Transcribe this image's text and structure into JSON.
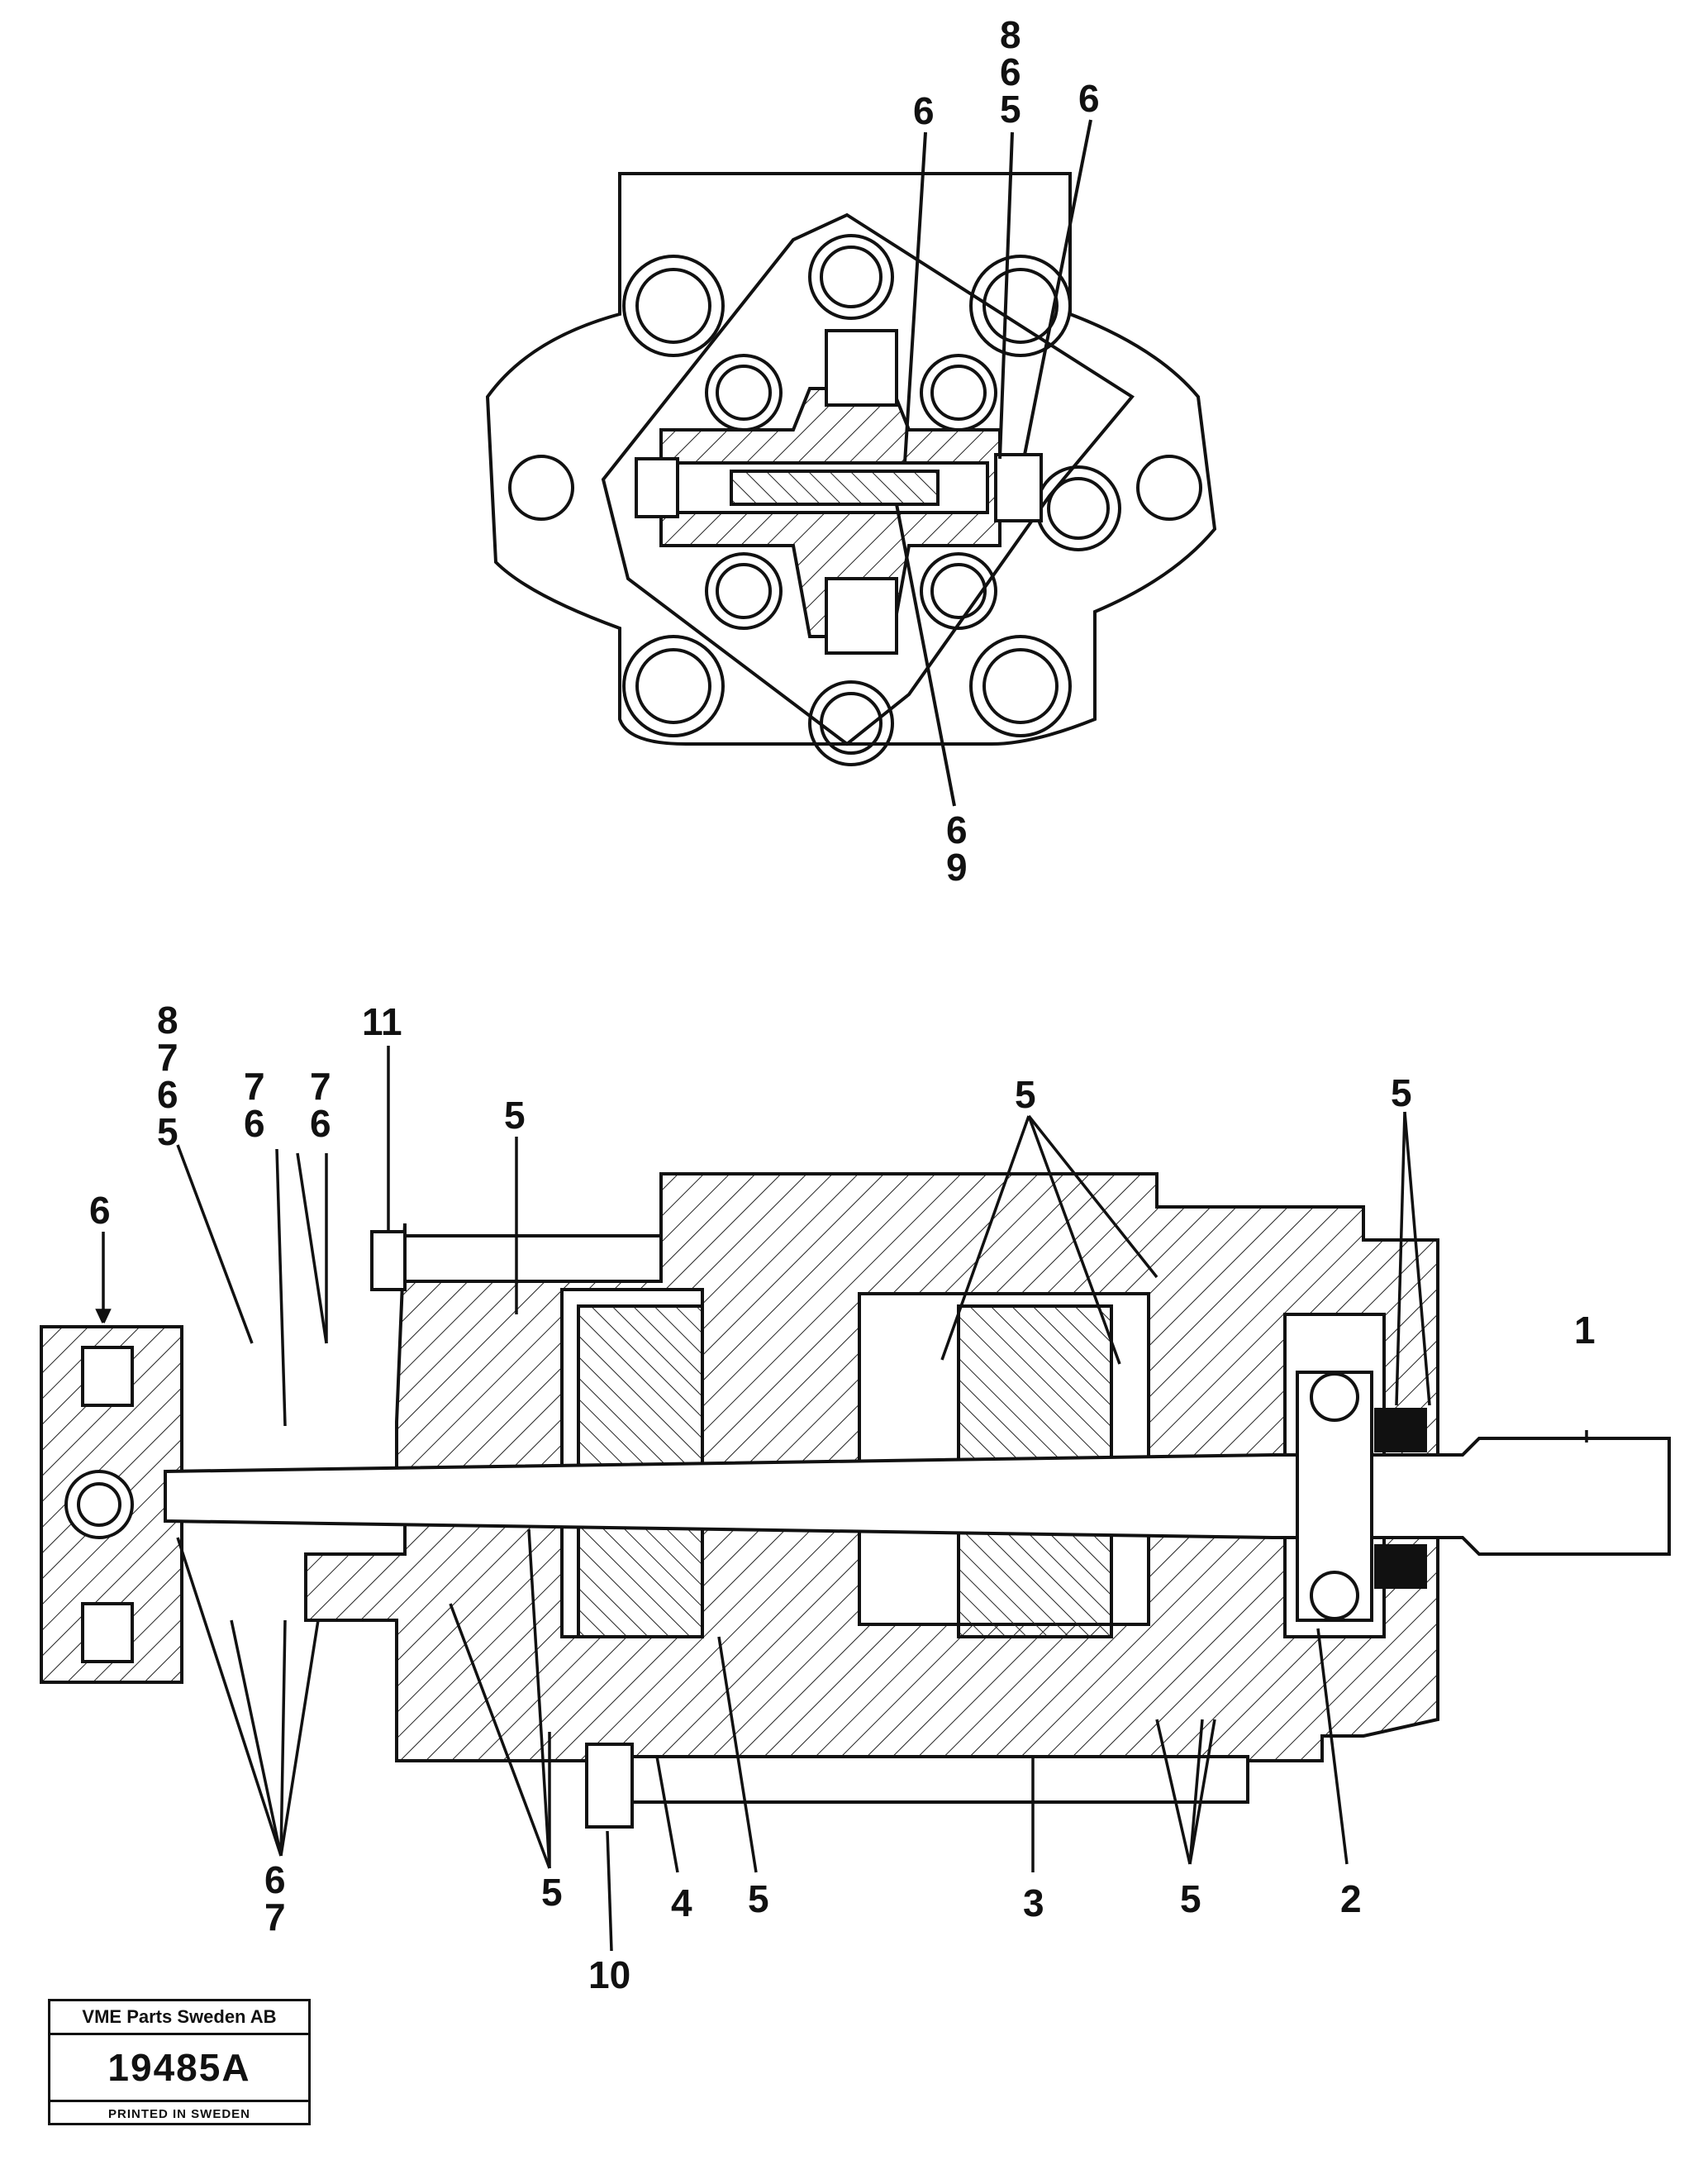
{
  "top_view_labels": {
    "a": "6",
    "b_stack": [
      "8",
      "6",
      "5"
    ],
    "c": "6",
    "d_stack": [
      "6",
      "9"
    ]
  },
  "section_view_labels": {
    "stack_left": [
      "8",
      "7",
      "6",
      "5"
    ],
    "stack_76a": [
      "7",
      "6"
    ],
    "stack_76b": [
      "7",
      "6"
    ],
    "l6_left": "6",
    "l11": "11",
    "l5_top_left": "5",
    "l5_top_mid": "5",
    "l5_top_right": "5",
    "l1": "1",
    "stack_67": [
      "6",
      "7"
    ],
    "l5_bottom_a": "5",
    "l4": "4",
    "l5_bottom_b": "5",
    "l3": "3",
    "l5_bottom_c": "5",
    "l2": "2",
    "l10": "10"
  },
  "stamp": {
    "company": "VME Parts Sweden AB",
    "number": "19485A",
    "printed": "PRINTED IN SWEDEN"
  }
}
